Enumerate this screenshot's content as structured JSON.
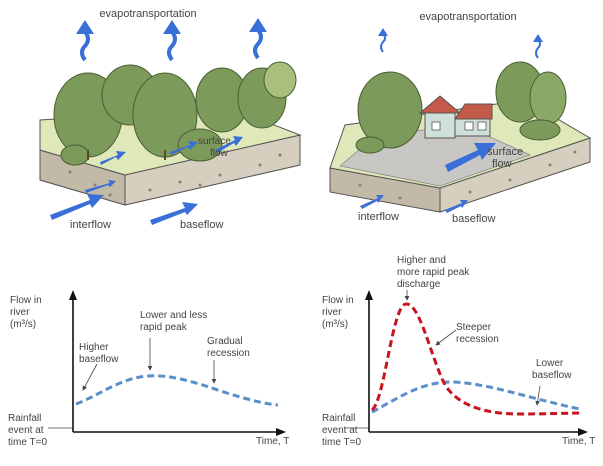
{
  "left_scene": {
    "evapotranspiration": "evapotransportation",
    "surface_flow": [
      "surface",
      "flow"
    ],
    "interflow": "interflow",
    "baseflow": "baseflow"
  },
  "right_scene": {
    "evapotranspiration": "evapotransportation",
    "surface_flow": [
      "surface",
      "flow"
    ],
    "interflow": "interflow",
    "baseflow": "baseflow"
  },
  "left_graph": {
    "ylabel": [
      "Flow in",
      "river",
      "(m³/s)"
    ],
    "xlabel": "Time, T",
    "rainfall": [
      "Rainfall",
      "event at",
      "time T=0"
    ],
    "annotations": {
      "higher_baseflow": [
        "Higher",
        "baseflow"
      ],
      "lower_peak": [
        "Lower and less",
        "rapid peak"
      ],
      "gradual_recession": [
        "Gradual",
        "recession"
      ]
    }
  },
  "right_graph": {
    "ylabel": [
      "Flow in",
      "river",
      "(m³/s)"
    ],
    "xlabel": "Time, T",
    "rainfall": [
      "Rainfall",
      "event at",
      "time T=0"
    ],
    "annotations": {
      "higher_peak": [
        "Higher and",
        "more rapid peak",
        "discharge"
      ],
      "steeper_recession": [
        "Steeper",
        "recession"
      ],
      "lower_baseflow": [
        "Lower",
        "baseflow"
      ]
    }
  },
  "colors": {
    "arrow_blue": "#3a6fd8",
    "forest_curve": "#5b8fc9",
    "urban_curve": "#c8141e",
    "tree_green": "#7c9a5a",
    "grass": "#dfe8b8",
    "soil": "#cfc7b8"
  }
}
